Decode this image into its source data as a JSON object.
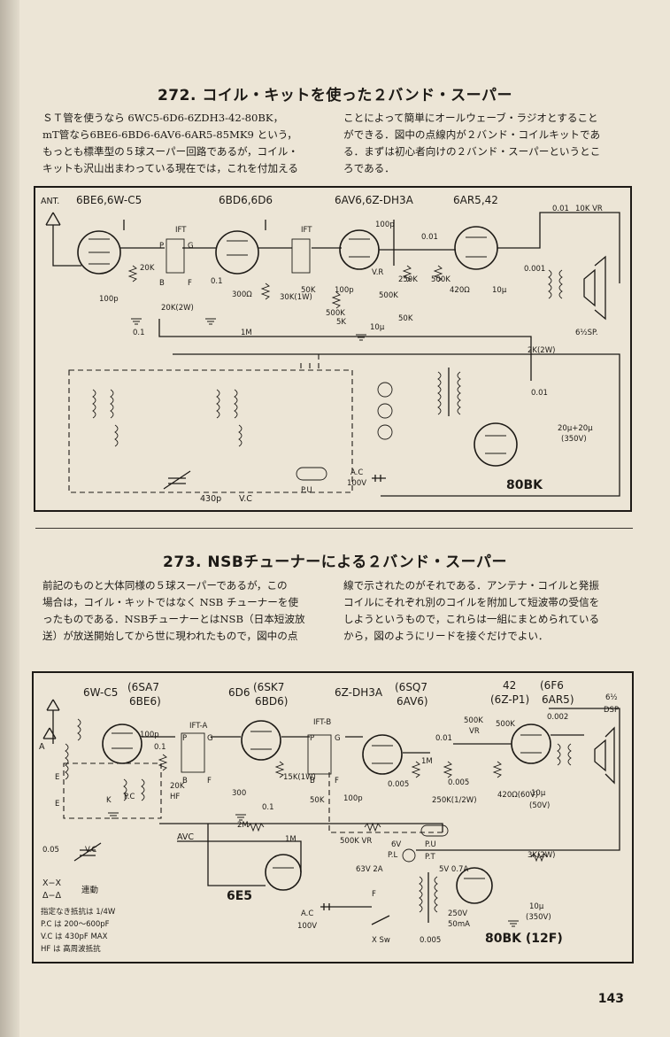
{
  "page_number": "143",
  "section_272": {
    "title": "272. コイル・キットを使った２バンド・スーパー",
    "col_left": "ＳＴ管を使うなら 6WC5-6D6-6ZDH3-42-80BK，\nmT管なら6BE6-6BD6-6AV6-6AR5-85MK9 という，\nもっとも標準型の５球スーパー回路であるが，コイル・\nキットも沢山出まわっている現在では，これを付加える",
    "col_right": "ことによって簡単にオールウェーブ・ラジオとすること\nができる．図中の点線内が２バンド・コイルキットであ\nる．まずは初心者向けの２バンド・スーパーというとこ\nろである．",
    "diagram": {
      "tube_labels": [
        "6BE6,6W-C5",
        "6BD6,6D6",
        "6AV6,6Z-DH3A",
        "6AR5,42",
        "80BK"
      ],
      "component_labels": [
        "ANT.",
        "IFT",
        "IFT",
        "P",
        "G",
        "B",
        "F",
        "20K",
        "100p",
        "0.1",
        "20K(2W)",
        "300Ω",
        "0.1",
        "30K(1W)",
        "50K",
        "100p",
        "500K",
        "5K",
        "V.R",
        "500K",
        "10μ",
        "100p",
        "0.01",
        "250K",
        "500K",
        "50K",
        "420Ω",
        "10μ",
        "0.001",
        "0.01",
        "10K VR",
        "6½SP.",
        "1M",
        "2K(2W)",
        "0.01",
        "20μ+20μ",
        "(350V)",
        "A.C",
        "100V",
        "P.U",
        "430p",
        "V.C"
      ]
    }
  },
  "section_273": {
    "title": "273. NSBチューナーによる２バンド・スーパー",
    "col_left": "前記のものと大体同様の５球スーパーであるが，この\n場合は，コイル・キットではなく NSB チューナーを使\nったものである．NSBチューナーとはNSB（日本短波放\n送）が放送開始してから世に現われたもので，図中の点",
    "col_right": "線で示されたのがそれである．アンテナ・コイルと発振\nコイルにそれぞれ別のコイルを附加して短波帯の受信を\nしようというもので，これらは一組にまとめられている\nから，図のようにリードを接ぐだけでよい．",
    "diagram": {
      "tube_labels": [
        "6W-C5",
        "(6SA7",
        "6BE6)",
        "6D6",
        "(6SK7",
        "6BD6)",
        "6Z-DH3A",
        "(6SQ7",
        "6AV6)",
        "42",
        "(6Z-P1)",
        "(6F6",
        "6AR5)",
        "6E5",
        "80BK (12F)"
      ],
      "component_labels": [
        "A",
        "E",
        "E",
        "K",
        "P.C",
        "V.C",
        "0.05",
        "100p",
        "0.1",
        "IFT-A",
        "P",
        "G",
        "B",
        "F",
        "20K",
        "HF",
        "300",
        "0.1",
        "15K(1W)",
        "IFT-B",
        "P",
        "G",
        "B",
        "F",
        "50K",
        "100p",
        "0.005",
        "0.01",
        "1M",
        "250K(1/2W)",
        "0.005",
        "500K",
        "VR",
        "500K",
        "420Ω(60V)",
        "10μ",
        "(50V)",
        "0.002",
        "6½",
        "DSP",
        "AVC",
        "2M",
        "1M",
        "500K VR",
        "P.U",
        "6V",
        "P.L",
        "P.T",
        "63V 2A",
        "5V 0.7A",
        "250V",
        "50mA",
        "3K(2W)",
        "10μ",
        "(350V)",
        "A.C",
        "100V",
        "F",
        "X Sw",
        "0.005"
      ],
      "notes": [
        "X−X",
        "Δ−Δ",
        "連動",
        "指定なき抵抗は 1/4W",
        "P.C は 200〜600pF",
        "V.C は 430pF MAX",
        "HF は 高周波抵抗"
      ]
    }
  }
}
